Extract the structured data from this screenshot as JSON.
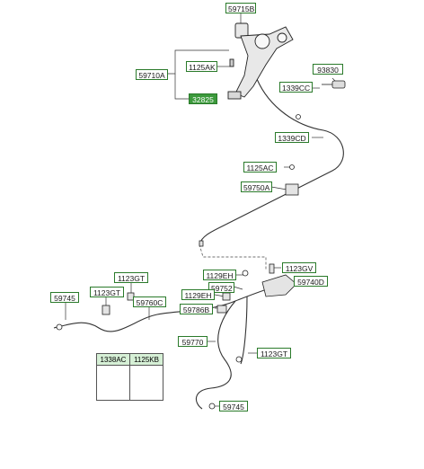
{
  "parts": {
    "p59715B": "59715B",
    "p1125AK": "1125AK",
    "p59710A": "59710A",
    "p32825": "32825",
    "p93830": "93830",
    "p1339CC": "1339CC",
    "p1339CD": "1339CD",
    "p1125AC": "1125AC",
    "p59750A": "59750A",
    "p1129EH_a": "1129EH",
    "p1123GV": "1123GV",
    "p59752": "59752",
    "p59740D": "59740D",
    "p1129EH_b": "1129EH",
    "p1123GT_a": "1123GT",
    "p1123GT_b": "1123GT",
    "p59745_a": "59745",
    "p59760C": "59760C",
    "p59786B": "59786B",
    "p59770": "59770",
    "p1123GT_c": "1123GT",
    "p59745_b": "59745"
  },
  "legend_table": {
    "col1": "1338AC",
    "col2": "1125KB"
  },
  "colors": {
    "label_border": "#2a7a2a",
    "highlight_fill": "#3c9a3c",
    "line": "#333333",
    "table_header": "#d6f0d6"
  }
}
